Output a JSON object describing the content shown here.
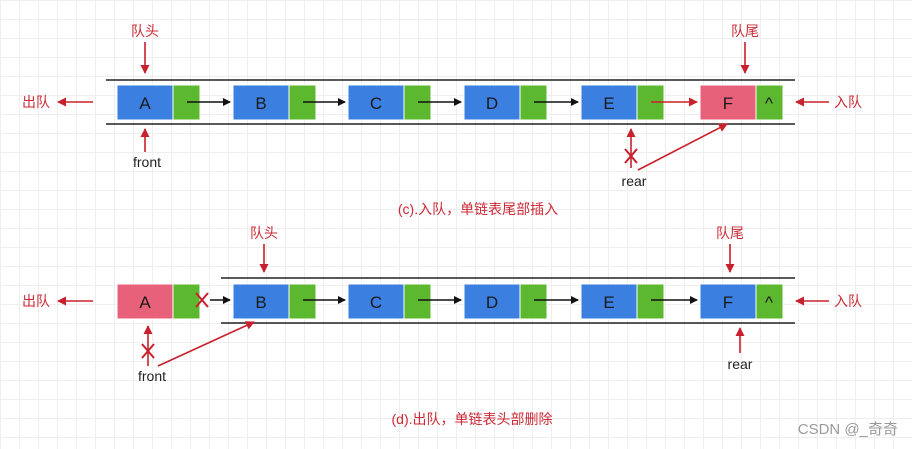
{
  "colors": {
    "node_blue": "#3b7fe0",
    "node_green": "#5cb82f",
    "node_pink": "#e8617a",
    "pointer_red": "#c8202d",
    "arrow_black": "#111111"
  },
  "diagram_c": {
    "queue_head_label": "队头",
    "queue_tail_label": "队尾",
    "dequeue_label": "出队",
    "enqueue_label": "入队",
    "front_label": "front",
    "rear_label": "rear",
    "nodes": [
      "A",
      "B",
      "C",
      "D",
      "E",
      "F"
    ],
    "null_marker": "^",
    "caption": "(c).入队，单链表尾部插入"
  },
  "diagram_d": {
    "queue_head_label": "队头",
    "queue_tail_label": "队尾",
    "dequeue_label": "出队",
    "enqueue_label": "入队",
    "front_label": "front",
    "rear_label": "rear",
    "nodes": [
      "A",
      "B",
      "C",
      "D",
      "E",
      "F"
    ],
    "null_marker": "^",
    "caption": "(d).出队，单链表头部删除"
  },
  "watermark": "CSDN @_奇奇"
}
